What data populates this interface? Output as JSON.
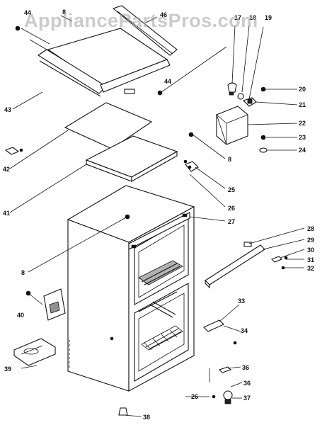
{
  "watermark": "AppliancePartsPros.com",
  "callouts": [
    "44",
    "8",
    "46",
    "17",
    "18",
    "19",
    "20",
    "21",
    "22",
    "23",
    "24",
    "8",
    "25",
    "26",
    "27",
    "28",
    "29",
    "30",
    "31",
    "32",
    "33",
    "34",
    "36",
    "36",
    "37",
    "38",
    "39",
    "40",
    "8",
    "41",
    "42",
    "43",
    "44",
    "26"
  ]
}
